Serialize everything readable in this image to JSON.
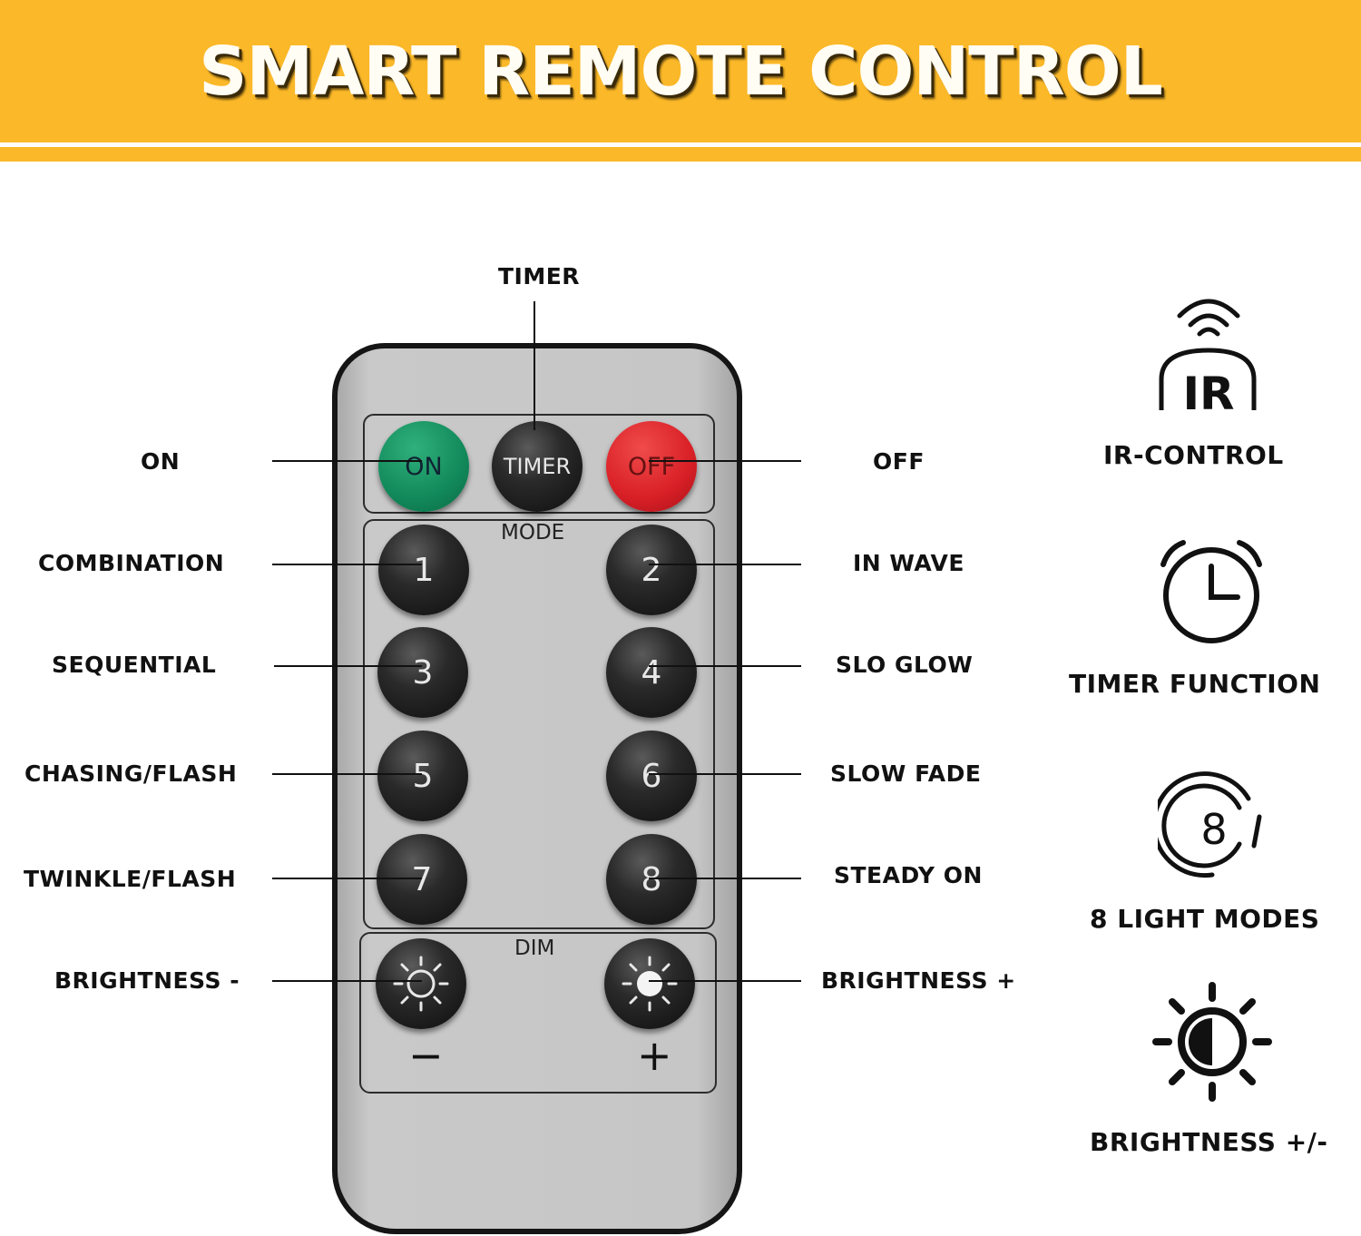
{
  "banner": {
    "title": "SMART REMOTE CONTROL",
    "color": "#fbb828"
  },
  "callouts": {
    "timer": "TIMER",
    "on": "ON",
    "off": "OFF",
    "mode1": "COMBINATION",
    "mode2": "IN WAVE",
    "mode3": "SEQUENTIAL",
    "mode4": "SLO GLOW",
    "mode5": "CHASING/FLASH",
    "mode6": "SLOW FADE",
    "mode7": "TWINKLE/FLASH",
    "mode8": "STEADY ON",
    "dim_minus": "BRIGHTNESS -",
    "dim_plus": "BRIGHTNESS +"
  },
  "remote": {
    "on_label": "ON",
    "timer_label": "TIMER",
    "off_label": "OFF",
    "mode_label": "MODE",
    "dim_label": "DIM",
    "minus_symbol": "−",
    "plus_symbol": "+",
    "numbers": [
      "1",
      "2",
      "3",
      "4",
      "5",
      "6",
      "7",
      "8"
    ],
    "colors": {
      "on": "#12895a",
      "off": "#d81f26",
      "body": "#c6c6c6"
    }
  },
  "features": [
    {
      "icon": "ir-signal-icon",
      "icon_text": "IR",
      "label": "IR-CONTROL"
    },
    {
      "icon": "alarm-clock-icon",
      "label": "TIMER FUNCTION"
    },
    {
      "icon": "eight-modes-icon",
      "icon_text": "8",
      "label": "8 LIGHT MODES"
    },
    {
      "icon": "brightness-icon",
      "label": "BRIGHTNESS +/-"
    }
  ]
}
